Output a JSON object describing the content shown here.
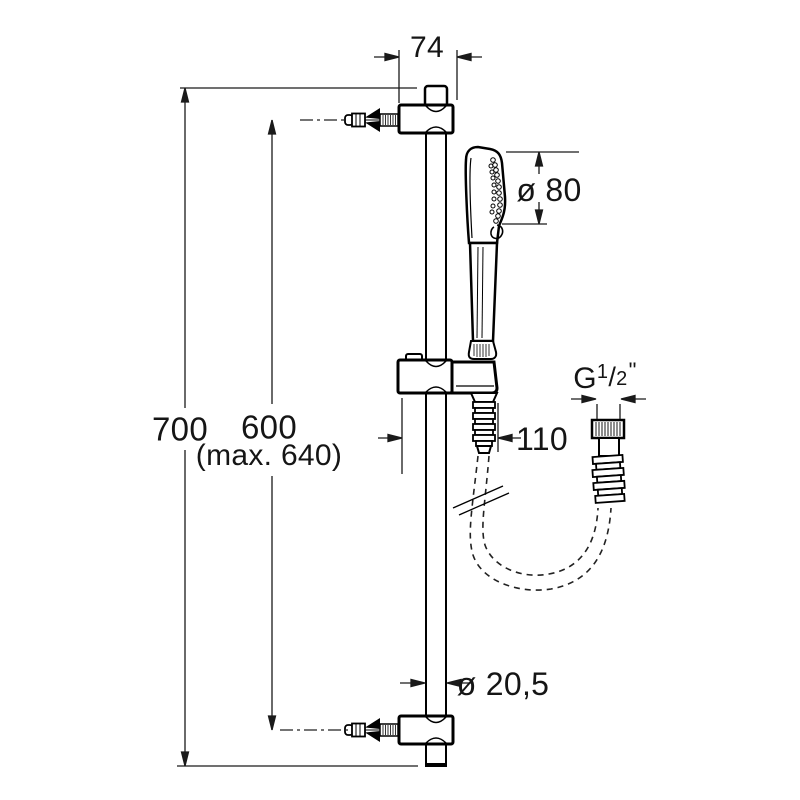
{
  "figure": {
    "labels": {
      "width_top": "74",
      "height_total": "700",
      "height_centers": "600",
      "height_centers_max": "(max. 640)",
      "head_diameter": "ø 80",
      "hose_connector": "110",
      "rail_diameter": "ø 20,5",
      "thread": {
        "prefix": "G",
        "numerator": "1",
        "slash": "/",
        "denominator": "2",
        "unit_mark": "\""
      }
    },
    "colors": {
      "background": "#ffffff",
      "line": "#000000",
      "dimension_line": "#1a1a1a",
      "text": "#151515"
    }
  }
}
